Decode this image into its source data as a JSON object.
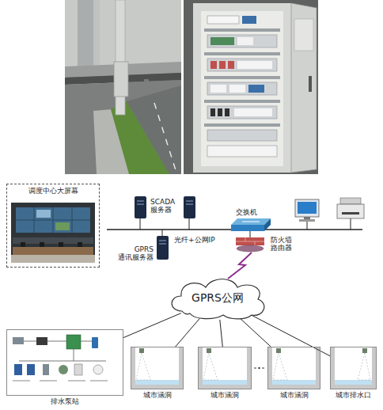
{
  "diagram": {
    "nodes": [
      {
        "text": [
          "调度中心大屏幕"
        ]
      },
      {
        "text": [
          "GPRS公网"
        ]
      },
      {
        "text": [
          "排水泵站"
        ]
      },
      {
        "text": [
          "城市涵洞"
        ]
      },
      {
        "text": [
          "城市涵洞"
        ]
      },
      {
        "text": [
          "城市涵洞"
        ]
      },
      {
        "text": [
          "城市排水口"
        ]
      }
    ],
    "edges": [
      {
        "from": 1,
        "to": 2,
        "arrow": "none"
      },
      {
        "from": 1,
        "to": 3,
        "arrow": "none"
      },
      {
        "from": 1,
        "to": 4,
        "arrow": "none"
      },
      {
        "from": 1,
        "to": 5,
        "arrow": "none"
      },
      {
        "from": 1,
        "to": 6,
        "arrow": "none"
      }
    ],
    "labels": [
      "SCADA 服务器",
      "GPRS 通讯服务器",
      "光纤+公网IP",
      "交换机",
      "防火墙 路由器"
    ]
  }
}
